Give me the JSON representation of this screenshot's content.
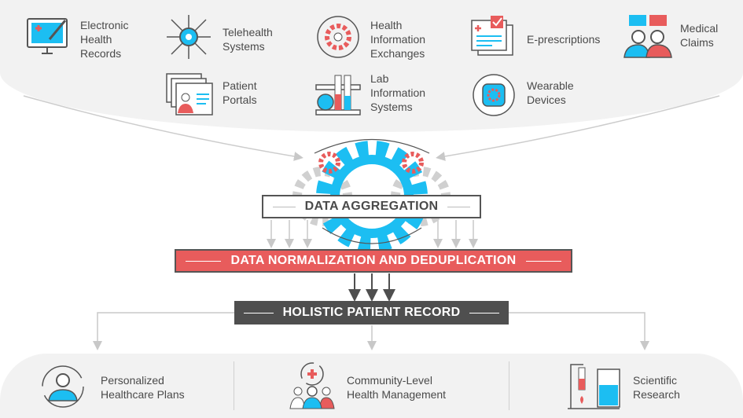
{
  "sources": [
    {
      "label": "Electronic Health Records",
      "lines": [
        "Electronic",
        "Health",
        "Records"
      ],
      "icon": "monitor-pen-icon"
    },
    {
      "label": "Telehealth Systems",
      "lines": [
        "Telehealth",
        "Systems"
      ],
      "icon": "network-gear-icon"
    },
    {
      "label": "Health Information Exchanges",
      "lines": [
        "Health",
        "Information",
        "Exchanges"
      ],
      "icon": "exchange-gear-icon"
    },
    {
      "label": "E-prescriptions",
      "lines": [
        "E-prescriptions"
      ],
      "icon": "prescription-icon"
    },
    {
      "label": "Medical Claims",
      "lines": [
        "Medical",
        "Claims"
      ],
      "icon": "people-chat-icon"
    },
    {
      "label": "Patient Portals",
      "lines": [
        "Patient",
        "Portals"
      ],
      "icon": "portal-windows-icon"
    },
    {
      "label": "Lab Information Systems",
      "lines": [
        "Lab",
        "Information",
        "Systems"
      ],
      "icon": "lab-tubes-icon"
    },
    {
      "label": "Wearable Devices",
      "lines": [
        "Wearable",
        "Devices"
      ],
      "icon": "smartwatch-icon"
    }
  ],
  "stages": {
    "aggregation": "DATA AGGREGATION",
    "normalization": "DATA NORMALIZATION AND DEDUPLICATION",
    "record": "HOLISTIC PATIENT RECORD"
  },
  "outcomes": [
    {
      "lines": [
        "Personalized",
        "Healthcare Plans"
      ],
      "icon": "person-cycle-icon"
    },
    {
      "lines": [
        "Community-Level",
        "Health Management"
      ],
      "icon": "community-health-icon"
    },
    {
      "lines": [
        "Scientific",
        "Research"
      ],
      "icon": "lab-flask-icon"
    }
  ],
  "colors": {
    "blue": "#1cbef2",
    "red": "#e85c5c",
    "dark": "#4f4f4f",
    "bg": "#f2f2f2"
  }
}
